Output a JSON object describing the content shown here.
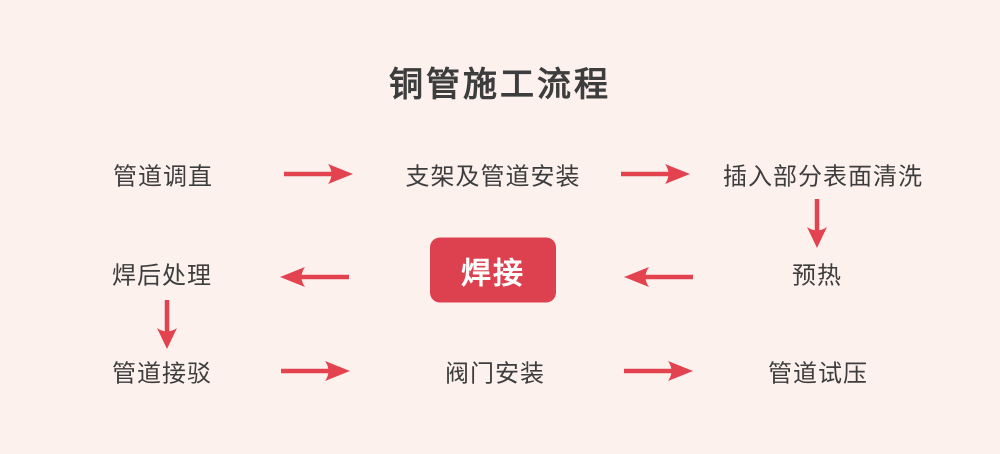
{
  "title": "铜管施工流程",
  "colors": {
    "background": "#fdf1ee",
    "arrow": "#e3434f",
    "box_bg": "#dd414f",
    "box_text": "#ffffff",
    "text": "#3d3d3d"
  },
  "flow": {
    "steps": [
      {
        "id": "pipe-straightening",
        "label": "管道调直"
      },
      {
        "id": "bracket-and-pipe-installation",
        "label": "支架及管道安装"
      },
      {
        "id": "insert-surface-cleaning",
        "label": "插入部分表面清洗"
      },
      {
        "id": "preheating",
        "label": "预热"
      },
      {
        "id": "welding",
        "label": "焊接",
        "highlight": true
      },
      {
        "id": "post-weld-treatment",
        "label": "焊后处理"
      },
      {
        "id": "pipe-connection",
        "label": "管道接驳"
      },
      {
        "id": "valve-installation",
        "label": "阀门安装"
      },
      {
        "id": "pipe-pressure-test",
        "label": "管道试压"
      }
    ]
  }
}
